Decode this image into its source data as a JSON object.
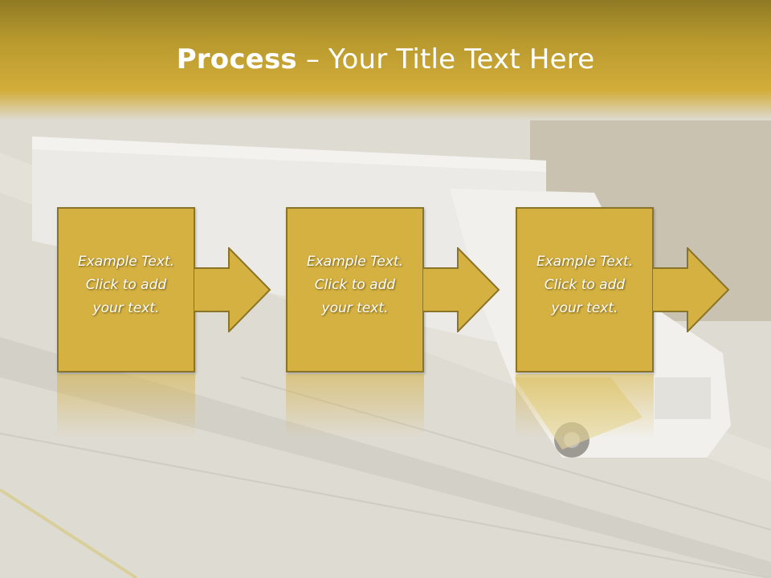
{
  "slide": {
    "title_bold": "Process",
    "title_rest": " – Your Title Text Here"
  },
  "steps": [
    {
      "line1": "Example Text.",
      "line2": "Click  to add",
      "line3": "your text."
    },
    {
      "line1": "Example Text.",
      "line2": "Click  to add",
      "line3": "your text."
    },
    {
      "line1": "Example Text.",
      "line2": "Click  to add",
      "line3": "your text."
    }
  ],
  "colors": {
    "accent": "#d5b141",
    "accent_border": "#8a7428",
    "title_band_top": "#8f7a24",
    "text": "#ffffff"
  }
}
